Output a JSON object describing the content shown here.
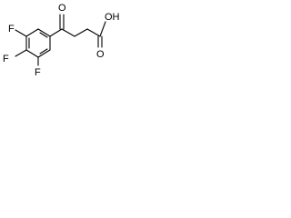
{
  "molecule": {
    "atoms": {
      "oxygen_ketone": "O",
      "hydroxyl": "OH",
      "fluorine_top": "F",
      "fluorine_middle": "F",
      "fluorine_bottom": "F"
    }
  }
}
